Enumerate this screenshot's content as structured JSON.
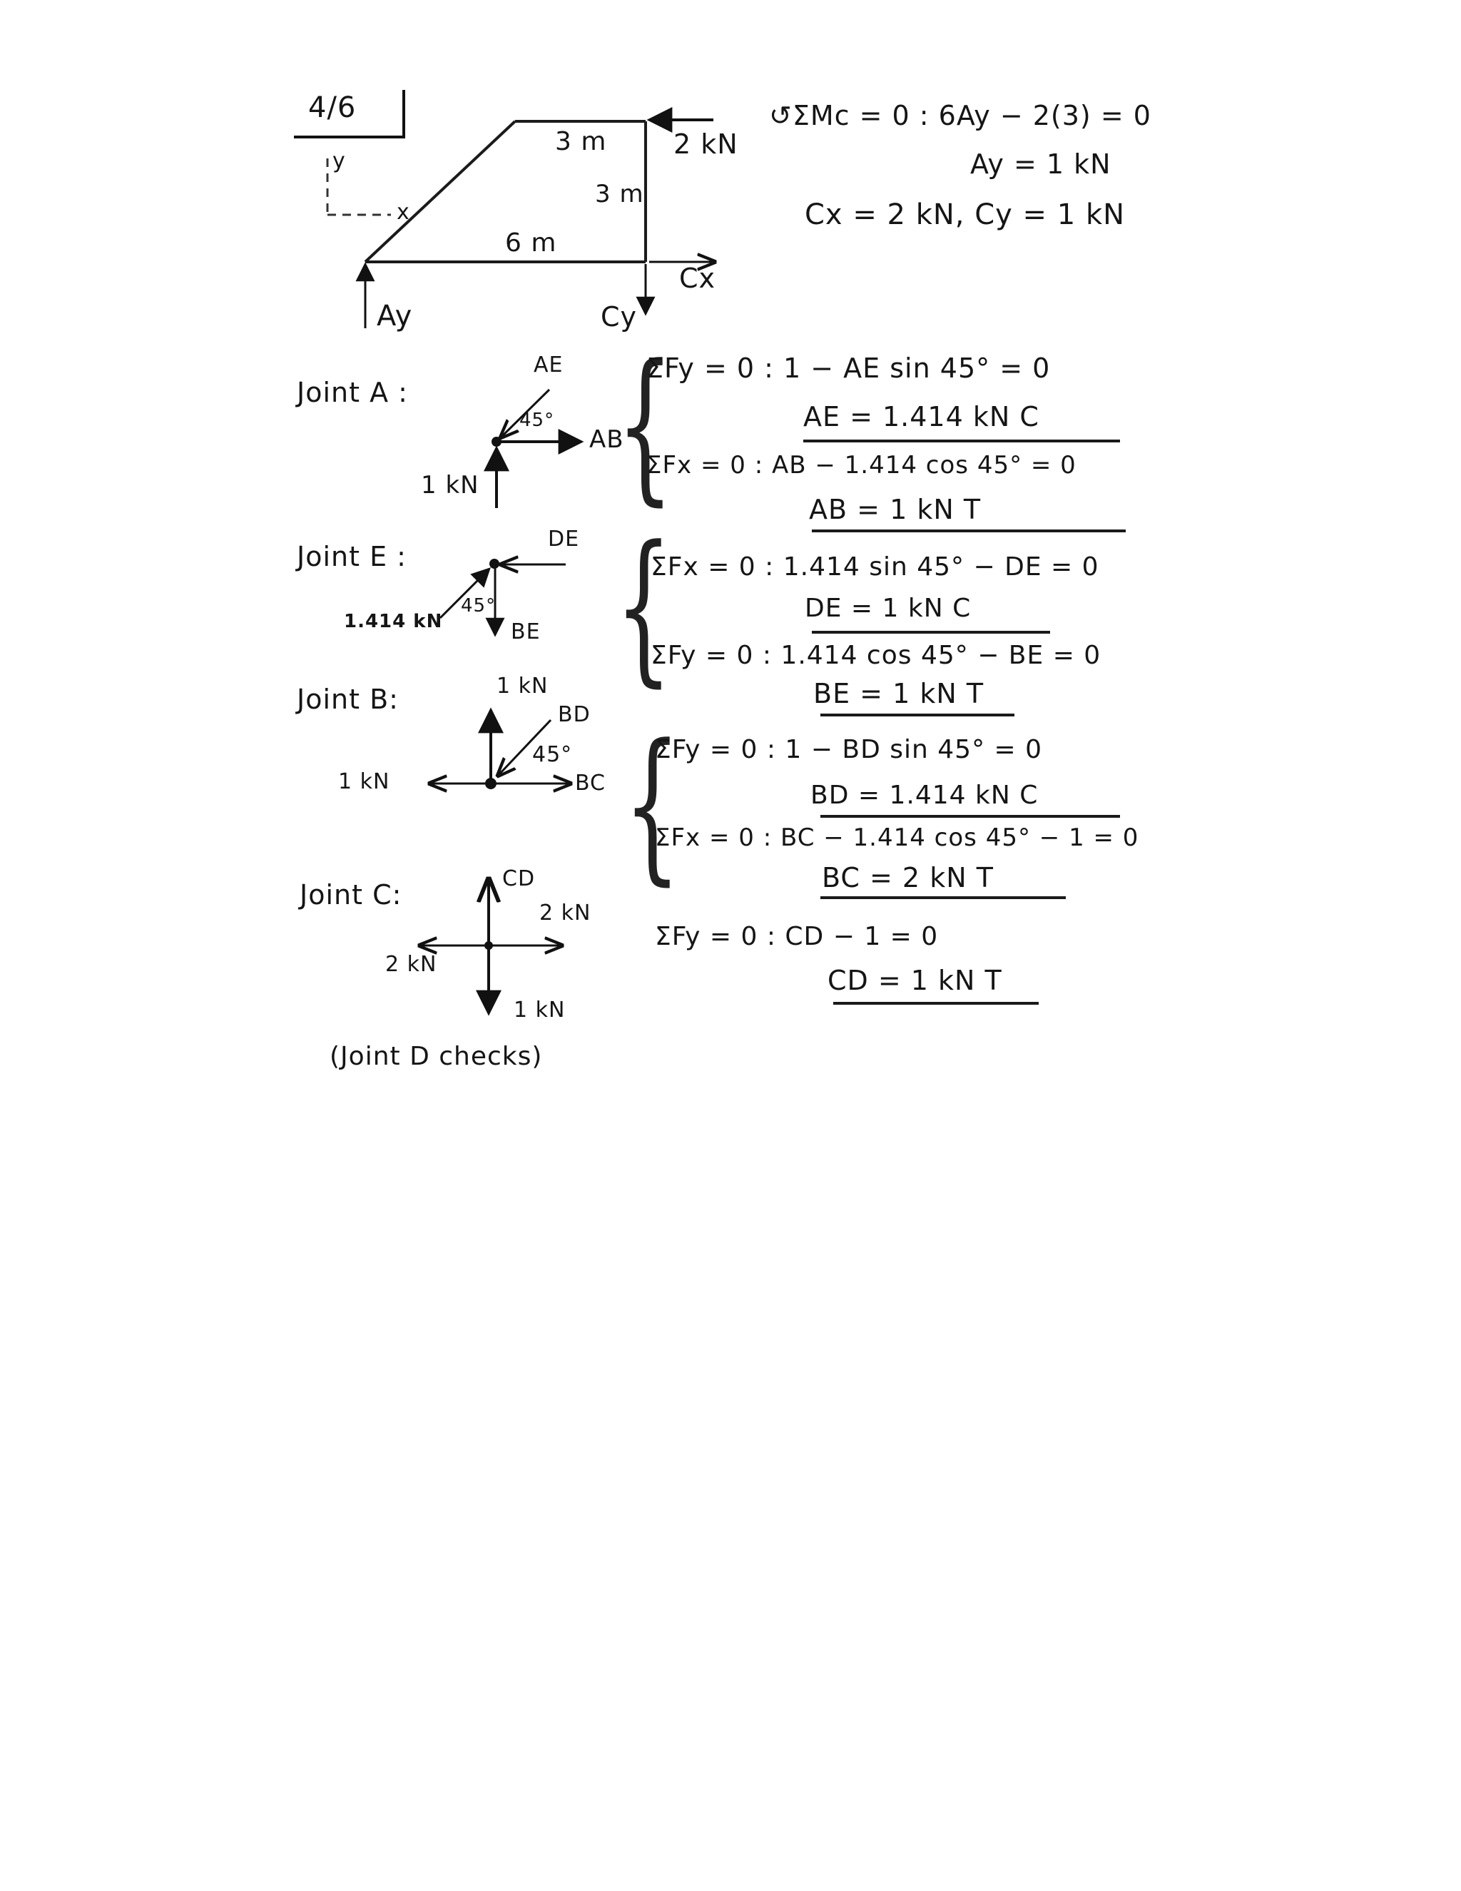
{
  "problem": {
    "number": "4/6",
    "axes": {
      "y_label": "y",
      "x_label": "x"
    }
  },
  "truss_diagram": {
    "dimensions": {
      "top_member": "3 m",
      "vertical_member": "3 m",
      "bottom_member": "6 m"
    },
    "applied_load": "2 kN",
    "reactions": {
      "ay": "Ay",
      "cx": "Cx",
      "cy": "Cy"
    }
  },
  "support_reactions": {
    "moment_equation": "↺ΣMc = 0 :  6Ay − 2(3) = 0",
    "ay_result": "Ay = 1 kN",
    "c_results": "Cx = 2 kN,  Cy = 1 kN"
  },
  "joints": [
    {
      "label": "Joint A :",
      "fbd_labels": {
        "diag": "AE",
        "angle": "45°",
        "horiz": "AB",
        "vert": "1 kN"
      },
      "equations": [
        {
          "eq": "ΣFy = 0 :  1 − AE sin 45° = 0",
          "result": "AE = 1.414  kN   C"
        },
        {
          "eq": "ΣFx = 0 :  AB − 1.414 cos 45° = 0",
          "result": "AB =  1 kN  T"
        }
      ]
    },
    {
      "label": "Joint E :",
      "fbd_labels": {
        "horiz": "DE",
        "diag": "1.414 kN",
        "angle": "45°",
        "vert": "BE"
      },
      "equations": [
        {
          "eq": "ΣFx = 0 :  1.414 sin 45° − DE = 0",
          "result": "DE = 1 kN  C"
        },
        {
          "eq": "ΣFy = 0 :  1.414 cos 45° − BE = 0",
          "result": "BE = 1 kN T"
        }
      ]
    },
    {
      "label": "Joint B:",
      "fbd_labels": {
        "vert": "1 kN",
        "diag": "BD",
        "angle": "45°",
        "horiz_right": "BC",
        "horiz_left": "1 kN"
      },
      "equations": [
        {
          "eq": "ΣFy = 0 :  1 − BD sin 45°  = 0",
          "result": "BD = 1.414  kN   C"
        },
        {
          "eq": "ΣFx = 0 :  BC − 1.414 cos 45° − 1 = 0",
          "result": "BC = 2 kN  T"
        }
      ]
    },
    {
      "label": "Joint C:",
      "fbd_labels": {
        "vert_up": "CD",
        "horiz_right": "2 kN",
        "horiz_left": "2 kN",
        "vert_down": "1 kN"
      },
      "equations": [
        {
          "eq": "ΣFy = 0 :  CD − 1 = 0",
          "result": "CD = 1 kN T"
        }
      ]
    }
  ],
  "footnote": "(Joint  D  checks)"
}
